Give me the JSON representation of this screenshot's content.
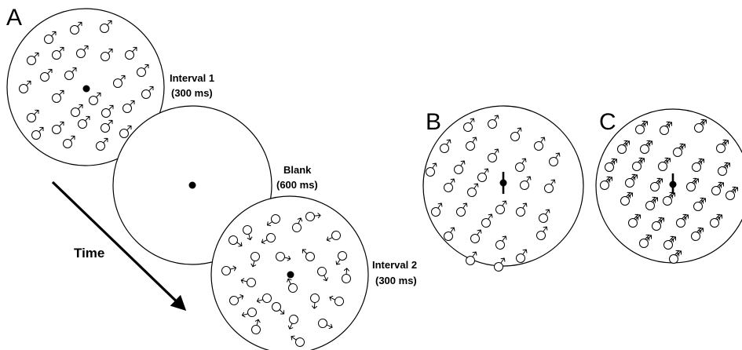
{
  "panels": {
    "A": "A",
    "B": "B",
    "C": "C"
  },
  "intervals": {
    "interval1": {
      "title": "Interval 1",
      "duration": "(300 ms)"
    },
    "blank": {
      "title": "Blank",
      "duration": "(600 ms)"
    },
    "interval2": {
      "title": "Interval 2",
      "duration": "(300 ms)"
    }
  },
  "time_label": "Time",
  "colors": {
    "ink": "#000000",
    "background": "#ffffff"
  }
}
